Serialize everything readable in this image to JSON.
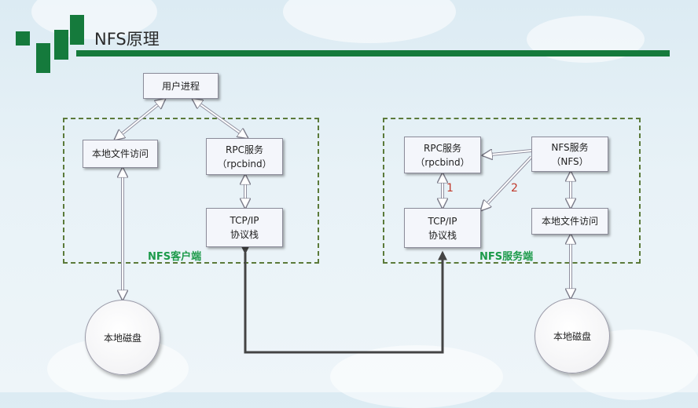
{
  "title": "NFS原理",
  "client": {
    "group_label": "NFS客户端",
    "user_process": "用户进程",
    "local_file_access": "本地文件访问",
    "rpc_line1": "RPC服务",
    "rpc_line2": "（rpcbind）",
    "tcp_line1": "TCP/IP",
    "tcp_line2": "协议栈",
    "disk": "本地磁盘"
  },
  "server": {
    "group_label": "NFS服务端",
    "rpc_line1": "RPC服务",
    "rpc_line2": "（rpcbind）",
    "nfs_line1": "NFS服务",
    "nfs_line2": "（NFS）",
    "tcp_line1": "TCP/IP",
    "tcp_line2": "协议栈",
    "local_file_access": "本地文件访问",
    "disk": "本地磁盘",
    "step1": "1",
    "step2": "2"
  },
  "colors": {
    "accent_green": "#157a3c",
    "group_label_green": "#1c9a4a",
    "step_red": "#c0392b"
  }
}
